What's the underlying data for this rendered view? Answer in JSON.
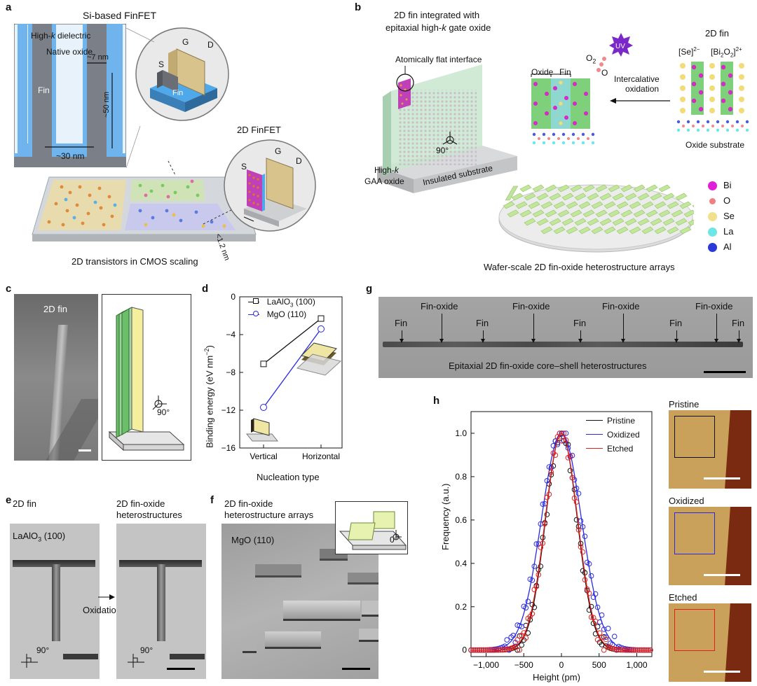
{
  "panels": {
    "a": {
      "label": "a",
      "title_si": "Si-based FinFET",
      "high_k": "High-",
      "high_k_k": "k",
      "high_k_rest": " dielectric",
      "native_oxide": "Native oxide",
      "fin": "Fin",
      "width_7": "~7 nm",
      "height_50": "~50 nm",
      "width_30": "~30 nm",
      "s": "S",
      "g": "G",
      "d": "D",
      "fin_3d": "Fin",
      "title_2d": "2D FinFET",
      "s2": "S",
      "g2": "G",
      "d2": "D",
      "thick": "<1.2 nm",
      "caption": "2D transistors in CMOS scaling"
    },
    "b": {
      "label": "b",
      "title_line1": "2D fin integrated with",
      "title_line2_a": "epitaxial high-",
      "title_line2_k": "k",
      "title_line2_b": " gate oxide",
      "flat": "Atomically flat interface",
      "highk_line1a": "High-",
      "highk_line1k": "k",
      "highk_line2": "GAA oxide",
      "angle": "90°",
      "substrate": "Insulated substrate",
      "oxide": "Oxide",
      "fin": "Fin",
      "o2": "O",
      "o2_sub": "2",
      "o": "O",
      "uv": "UV",
      "intercalative_1": "Intercalative",
      "intercalative_2": "oxidation",
      "fin2d": "2D fin",
      "se_label": "[Se]",
      "se_sup": "2−",
      "bi_label_a": "[Bi",
      "bi_sub1": "2",
      "bi_label_b": "O",
      "bi_sub2": "2",
      "bi_label_c": "]",
      "bi_sup": "2+",
      "oxide_substrate": "Oxide substrate",
      "wafer_caption": "Wafer-scale 2D fin-oxide heterostructure arrays",
      "legend": [
        {
          "name": "Bi",
          "color": "#e020d8"
        },
        {
          "name": "O",
          "color": "#f08080"
        },
        {
          "name": "Se",
          "color": "#f3e08a"
        },
        {
          "name": "La",
          "color": "#6ee6e6"
        },
        {
          "name": "Al",
          "color": "#2a3ad8"
        }
      ]
    },
    "c": {
      "label": "c",
      "fin": "2D fin",
      "angle": "90°"
    },
    "d": {
      "label": "d",
      "legend1_a": "LaAlO",
      "legend1_sub": "3",
      "legend1_b": " (100)",
      "legend2": "MgO (110)",
      "ylabel": "Binding energy (eV nm",
      "ylabel_sup": "−2",
      "ylabel_end": ")",
      "xlabel": "Nucleation type"
    },
    "e": {
      "label": "e",
      "title_left": "2D fin",
      "title_right_1": "2D fin-oxide",
      "title_right_2": "heterostructures",
      "substrate_a": "LaAlO",
      "substrate_sub": "3",
      "substrate_b": " (100)",
      "oxidation": "Oxidation",
      "angle_left": "90°",
      "angle_right": "90°"
    },
    "f": {
      "label": "f",
      "title_1": "2D fin-oxide",
      "title_2": "heterostructure arrays",
      "substrate": "MgO (110)",
      "angle": "0°"
    },
    "g": {
      "label": "g",
      "labels": [
        "Fin",
        "Fin-oxide",
        "Fin",
        "Fin-oxide",
        "Fin",
        "Fin-oxide",
        "Fin",
        "Fin-oxide",
        "Fin"
      ],
      "caption": "Epitaxial 2D fin-oxide core–shell heterostructures"
    },
    "h": {
      "label": "h",
      "pristine": "Pristine",
      "oxidized": "Oxidized",
      "etched": "Etched"
    }
  },
  "chart_data": [
    {
      "type": "line",
      "panel": "d",
      "categories": [
        "Vertical",
        "Horizontal"
      ],
      "series": [
        {
          "name": "LaAlO3 (100)",
          "values": [
            -7.1,
            -2.3
          ],
          "color": "#111111",
          "marker": "square"
        },
        {
          "name": "MgO (110)",
          "values": [
            -11.7,
            -3.4
          ],
          "color": "#2a2ae0",
          "marker": "circle"
        }
      ],
      "ylabel": "Binding energy (eV nm−2)",
      "xlabel": "Nucleation type",
      "ylim": [
        -16,
        0
      ],
      "yticks": [
        0,
        -4,
        -8,
        -12,
        -16
      ],
      "ytick_labels": [
        "0",
        "−4",
        "−8",
        "−12",
        "−16"
      ]
    },
    {
      "type": "line",
      "panel": "h",
      "xlabel": "Height (pm)",
      "ylabel": "Frequency (a.u.)",
      "xlim": [
        -1200,
        1200
      ],
      "ylim": [
        -0.03,
        1.1
      ],
      "xticks": [
        -1000,
        -500,
        0,
        500,
        1000
      ],
      "xtick_labels": [
        "−1,000",
        "−500",
        "0",
        "500",
        "1,000"
      ],
      "yticks": [
        0,
        0.2,
        0.4,
        0.6,
        0.8,
        1.0
      ],
      "ytick_labels": [
        "0",
        "0.2",
        "0.4",
        "0.6",
        "0.8",
        "1.0"
      ],
      "series": [
        {
          "name": "Pristine",
          "color": "#111111",
          "center": 0,
          "sigma": 210
        },
        {
          "name": "Oxidized",
          "color": "#2a2ae0",
          "center": 0,
          "sigma": 265
        },
        {
          "name": "Etched",
          "color": "#e02020",
          "center": 0,
          "sigma": 215
        }
      ]
    }
  ]
}
